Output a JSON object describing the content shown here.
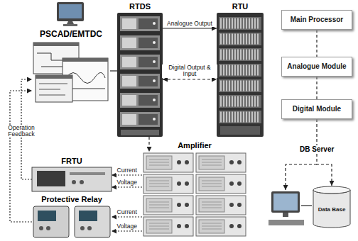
{
  "diagram": {
    "nodes": [
      {
        "text": [
          "PSCAD/EMTDC"
        ]
      },
      {
        "text": [
          "RTDS"
        ]
      },
      {
        "text": [
          "RTU"
        ]
      },
      {
        "text": [
          "Main Processor"
        ]
      },
      {
        "text": [
          "Analogue Module"
        ]
      },
      {
        "text": [
          "Digital Module"
        ]
      },
      {
        "text": [
          "Amplifier"
        ]
      },
      {
        "text": [
          "FRTU"
        ]
      },
      {
        "text": [
          "Protective Relay"
        ]
      },
      {
        "text": [
          "Data Base"
        ]
      }
    ],
    "edges": [
      {
        "from": 0,
        "to": 1,
        "arrow": "none"
      },
      {
        "from": 1,
        "to": 2,
        "label": "Analogue Output",
        "arrow": "to"
      },
      {
        "from": 1,
        "to": 2,
        "label": "Digital Output & Input",
        "arrow": "both"
      },
      {
        "from": 1,
        "to": 6,
        "arrow": "to"
      },
      {
        "from": 3,
        "to": 4,
        "arrow": "none"
      },
      {
        "from": 4,
        "to": 5,
        "arrow": "none"
      },
      {
        "from": 5,
        "to": 9,
        "arrow": "to"
      },
      {
        "from": 6,
        "to": 7,
        "label": "Current",
        "arrow": "to"
      },
      {
        "from": 6,
        "to": 7,
        "label": "Voltage",
        "arrow": "to"
      },
      {
        "from": 6,
        "to": 8,
        "label": "Current",
        "arrow": "to"
      },
      {
        "from": 6,
        "to": 8,
        "label": "Voltage",
        "arrow": "to"
      },
      {
        "from": 7,
        "to": 0,
        "label": "Operation Feedback",
        "arrow": "to"
      },
      {
        "from": 8,
        "to": 0,
        "arrow": "to"
      }
    ],
    "labels": [
      "DB Server"
    ]
  }
}
